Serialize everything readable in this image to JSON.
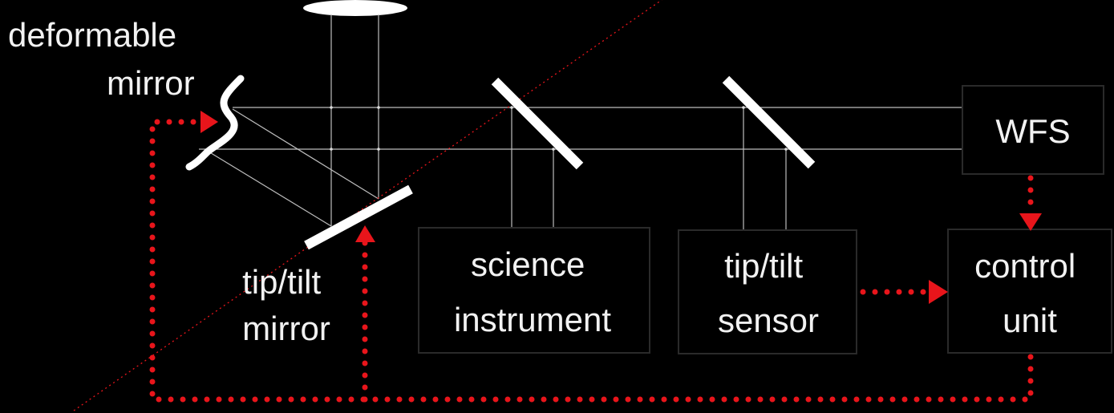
{
  "colors": {
    "background": "#000000",
    "foreground": "#ffffff",
    "box_border": "#2a2a2a",
    "feedback": "#e8151b",
    "diagonal": "#e8151b"
  },
  "labels": {
    "deformable_mirror": [
      "deformable",
      "mirror"
    ],
    "tip_tilt_mirror": [
      "tip/tilt",
      "mirror"
    ],
    "science_instrument": [
      "science",
      "instrument"
    ],
    "tip_tilt_sensor": [
      "tip/tilt",
      "sensor"
    ],
    "wfs": "WFS",
    "control_unit": [
      "control",
      "unit"
    ]
  }
}
